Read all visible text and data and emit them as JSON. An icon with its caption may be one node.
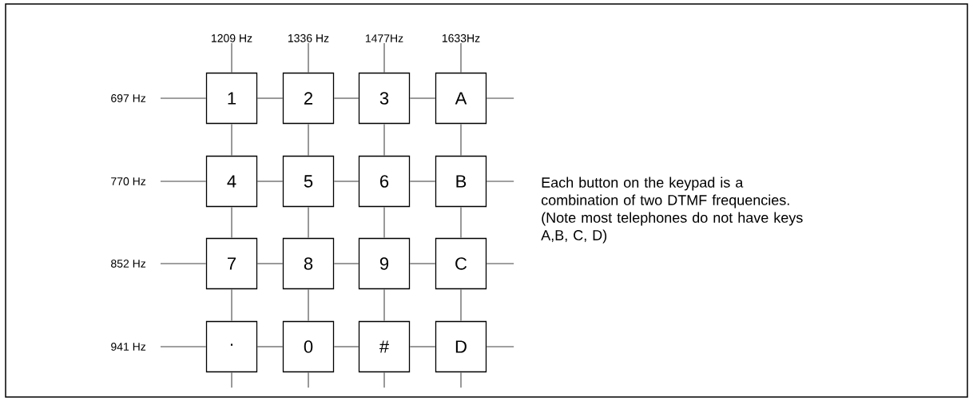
{
  "diagram": {
    "nodes": [
      {
        "text": [
          "1209 Hz"
        ]
      },
      {
        "text": [
          "1336 Hz"
        ]
      },
      {
        "text": [
          "1477Hz"
        ]
      },
      {
        "text": [
          "1633Hz"
        ]
      },
      {
        "text": [
          "697 Hz"
        ]
      },
      {
        "text": [
          "1"
        ]
      },
      {
        "text": [
          "2"
        ]
      },
      {
        "text": [
          "3"
        ]
      },
      {
        "text": [
          "A"
        ]
      },
      {
        "text": [
          "770 Hz"
        ]
      },
      {
        "text": [
          "4"
        ]
      },
      {
        "text": [
          "5"
        ]
      },
      {
        "text": [
          "6"
        ]
      },
      {
        "text": [
          "B"
        ]
      },
      {
        "text": [
          "852 Hz"
        ]
      },
      {
        "text": [
          "7"
        ]
      },
      {
        "text": [
          "8"
        ]
      },
      {
        "text": [
          "9"
        ]
      },
      {
        "text": [
          "C"
        ]
      },
      {
        "text": [
          "941 Hz"
        ]
      },
      {
        "text": [
          "·"
        ]
      },
      {
        "text": [
          "0"
        ]
      },
      {
        "text": [
          "#"
        ]
      },
      {
        "text": [
          "D"
        ]
      }
    ],
    "edges": [
      {
        "from": 4,
        "to": 5,
        "arrow": "none"
      },
      {
        "from": 5,
        "to": 6,
        "arrow": "none"
      },
      {
        "from": 6,
        "to": 7,
        "arrow": "none"
      },
      {
        "from": 7,
        "to": 8,
        "arrow": "none"
      },
      {
        "from": 8,
        "to": null,
        "arrow": "none"
      },
      {
        "from": 9,
        "to": 10,
        "arrow": "none"
      },
      {
        "from": 10,
        "to": 11,
        "arrow": "none"
      },
      {
        "from": 11,
        "to": 12,
        "arrow": "none"
      },
      {
        "from": 12,
        "to": 13,
        "arrow": "none"
      },
      {
        "from": 13,
        "to": null,
        "arrow": "none"
      },
      {
        "from": 14,
        "to": 15,
        "arrow": "none"
      },
      {
        "from": 15,
        "to": 16,
        "arrow": "none"
      },
      {
        "from": 16,
        "to": 17,
        "arrow": "none"
      },
      {
        "from": 17,
        "to": 18,
        "arrow": "none"
      },
      {
        "from": 18,
        "to": null,
        "arrow": "none"
      },
      {
        "from": 19,
        "to": 20,
        "arrow": "none"
      },
      {
        "from": 20,
        "to": 21,
        "arrow": "none"
      },
      {
        "from": 21,
        "to": 22,
        "arrow": "none"
      },
      {
        "from": 22,
        "to": 23,
        "arrow": "none"
      },
      {
        "from": 23,
        "to": null,
        "arrow": "none"
      },
      {
        "from": 0,
        "to": 5,
        "arrow": "none"
      },
      {
        "from": 5,
        "to": 10,
        "arrow": "none"
      },
      {
        "from": 10,
        "to": 15,
        "arrow": "none"
      },
      {
        "from": 15,
        "to": 20,
        "arrow": "none"
      },
      {
        "from": 20,
        "to": null,
        "arrow": "none"
      },
      {
        "from": 1,
        "to": 6,
        "arrow": "none"
      },
      {
        "from": 6,
        "to": 11,
        "arrow": "none"
      },
      {
        "from": 11,
        "to": 16,
        "arrow": "none"
      },
      {
        "from": 16,
        "to": 21,
        "arrow": "none"
      },
      {
        "from": 21,
        "to": null,
        "arrow": "none"
      },
      {
        "from": 2,
        "to": 7,
        "arrow": "none"
      },
      {
        "from": 7,
        "to": 12,
        "arrow": "none"
      },
      {
        "from": 12,
        "to": 17,
        "arrow": "none"
      },
      {
        "from": 17,
        "to": 22,
        "arrow": "none"
      },
      {
        "from": 22,
        "to": null,
        "arrow": "none"
      },
      {
        "from": 3,
        "to": 8,
        "arrow": "none"
      },
      {
        "from": 8,
        "to": 13,
        "arrow": "none"
      },
      {
        "from": 13,
        "to": 18,
        "arrow": "none"
      },
      {
        "from": 18,
        "to": 23,
        "arrow": "none"
      },
      {
        "from": 23,
        "to": null,
        "arrow": "none"
      }
    ],
    "labels": [
      "Each button on the keypad is a combination of two DTMF frequencies. (Note most telephones do not have keys A,B, C, D)"
    ]
  }
}
